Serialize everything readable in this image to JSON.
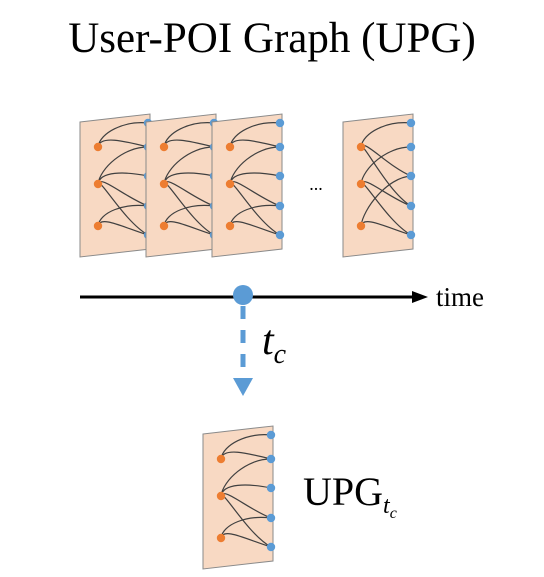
{
  "title": "User-POI Graph (UPG)",
  "ellipsis": "...",
  "axis_label": "time",
  "current_time_label": {
    "base": "t",
    "sub": "c"
  },
  "result_label": {
    "base": "UPG",
    "sub": "t",
    "subsub": "c"
  },
  "colors": {
    "panel_fill": "#f8d9c3",
    "panel_stroke": "#8a8a8a",
    "user_node": "#ed7d31",
    "poi_node": "#5b9bd5",
    "edge": "#404040",
    "arrow": "#5b9bd5",
    "axis": "#000000"
  },
  "snapshot_panels": [
    {
      "name": "snapshot-panel-1",
      "edges": "A"
    },
    {
      "name": "snapshot-panel-2",
      "edges": "A"
    },
    {
      "name": "snapshot-panel-3",
      "edges": "B"
    },
    {
      "name": "snapshot-panel-last",
      "edges": "C"
    }
  ],
  "result_panel": {
    "name": "upg-tc-panel",
    "edges": "A"
  }
}
